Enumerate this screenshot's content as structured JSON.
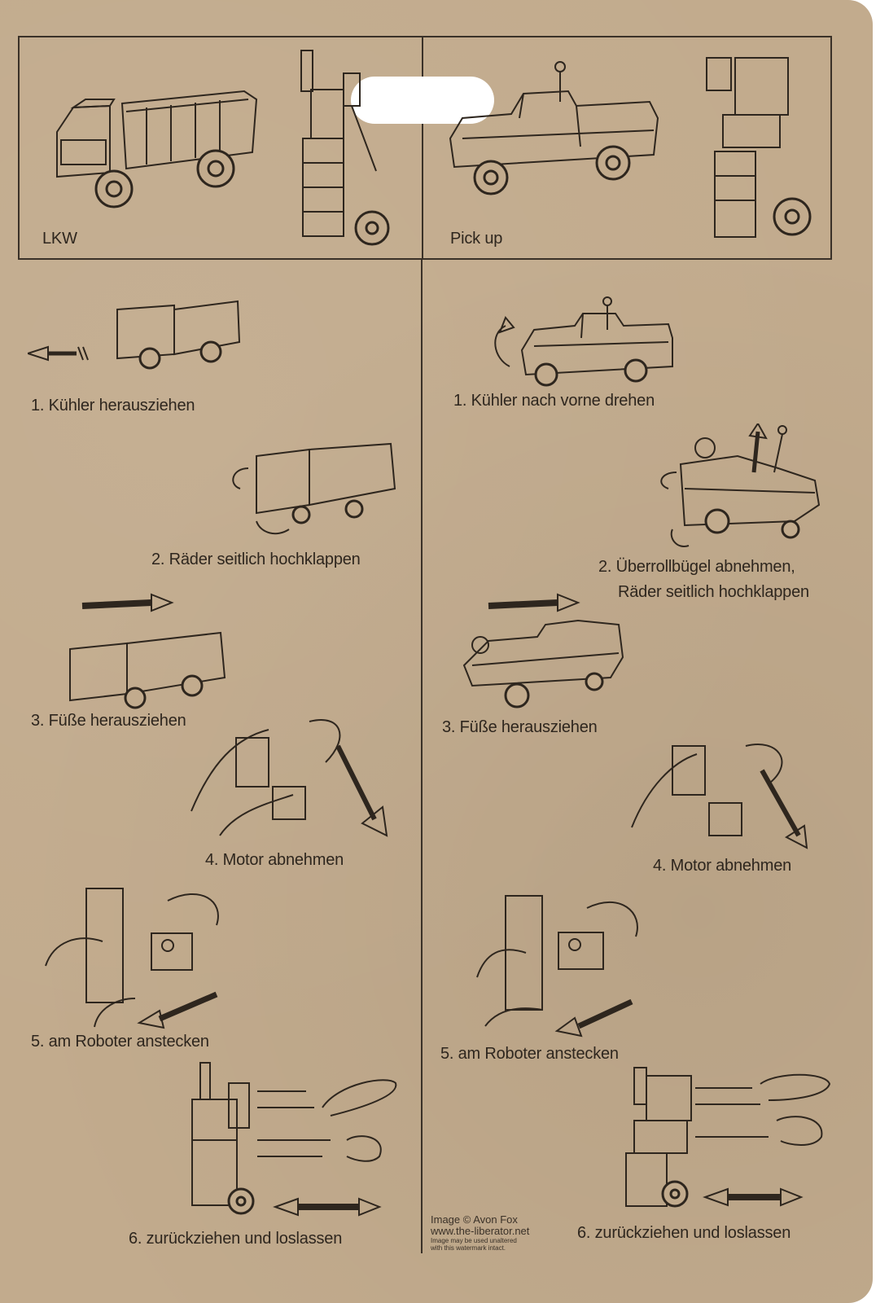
{
  "top_box": {
    "left_label": "LKW",
    "right_label": "Pick up"
  },
  "left_steps": [
    "1. Kühler herausziehen",
    "2. Räder seitlich hochklappen",
    "3. Füße herausziehen",
    "4. Motor abnehmen",
    "5. am Roboter anstecken",
    "6. zurückziehen und loslassen"
  ],
  "right_steps": [
    "1. Kühler nach vorne drehen",
    "2. Überrollbügel abnehmen,",
    "Räder seitlich hochklappen",
    "3. Füße herausziehen",
    "4. Motor abnehmen",
    "5. am Roboter anstecken",
    "6. zurückziehen und loslassen"
  ],
  "watermark": {
    "line1": "Image © Avon Fox",
    "line2": "www.the-liberator.net",
    "line3": "Image may be used unaltered",
    "line4": "with this watermark intact."
  },
  "colors": {
    "cardboard": "#c2ab8d",
    "ink": "#2e261e"
  }
}
